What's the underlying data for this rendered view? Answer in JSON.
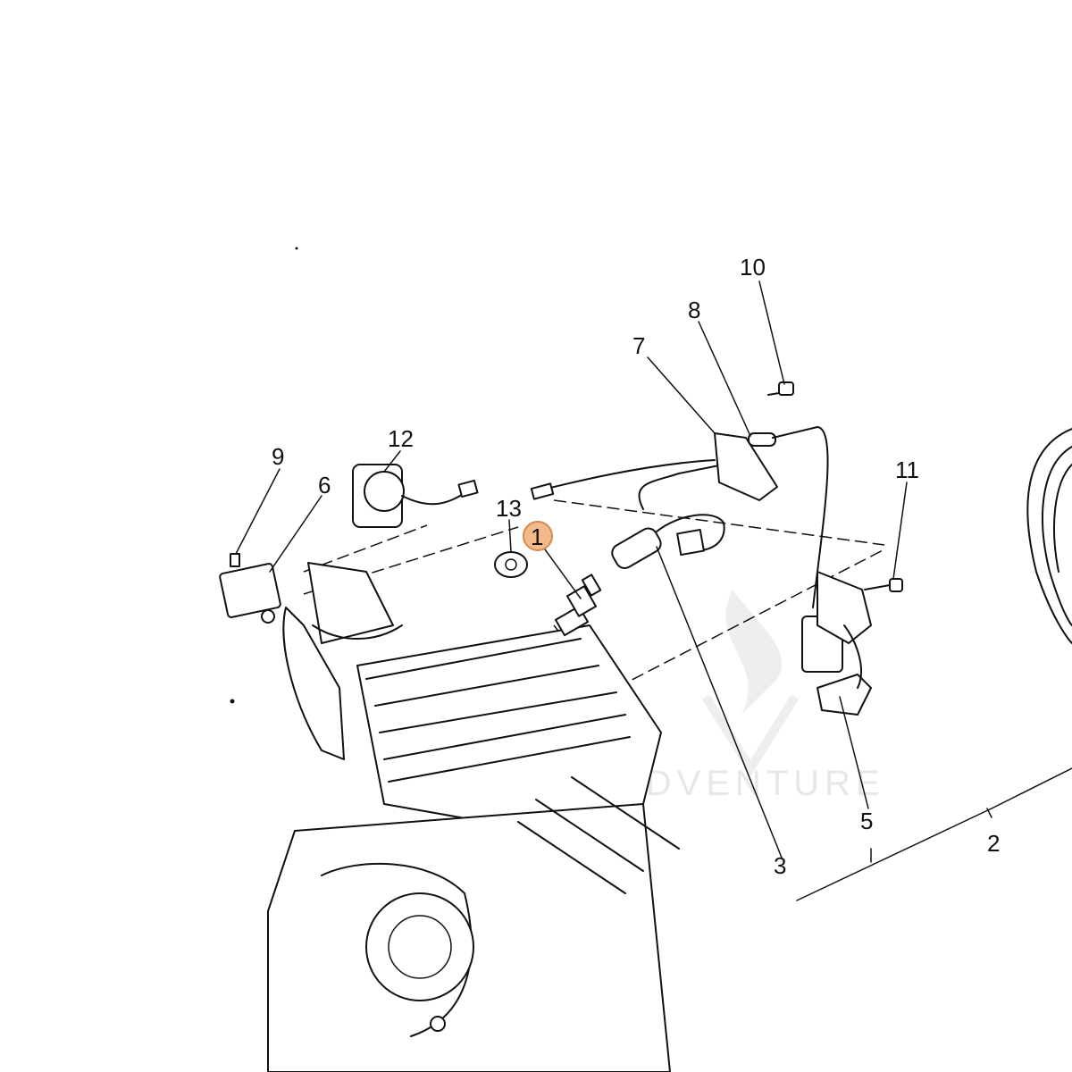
{
  "callouts": [
    {
      "id": "1",
      "label": "1",
      "highlighted": true
    },
    {
      "id": "2",
      "label": "2"
    },
    {
      "id": "3",
      "label": "3"
    },
    {
      "id": "5",
      "label": "5"
    },
    {
      "id": "6",
      "label": "6"
    },
    {
      "id": "7",
      "label": "7"
    },
    {
      "id": "8",
      "label": "8"
    },
    {
      "id": "9",
      "label": "9"
    },
    {
      "id": "10",
      "label": "10"
    },
    {
      "id": "11",
      "label": "11"
    },
    {
      "id": "12",
      "label": "12"
    },
    {
      "id": "13",
      "label": "13"
    }
  ],
  "watermark": {
    "text": "ADVENTURE"
  },
  "colors": {
    "highlight": "#f2b98a",
    "highlight_stroke": "#d8894f",
    "ink": "#111111"
  }
}
